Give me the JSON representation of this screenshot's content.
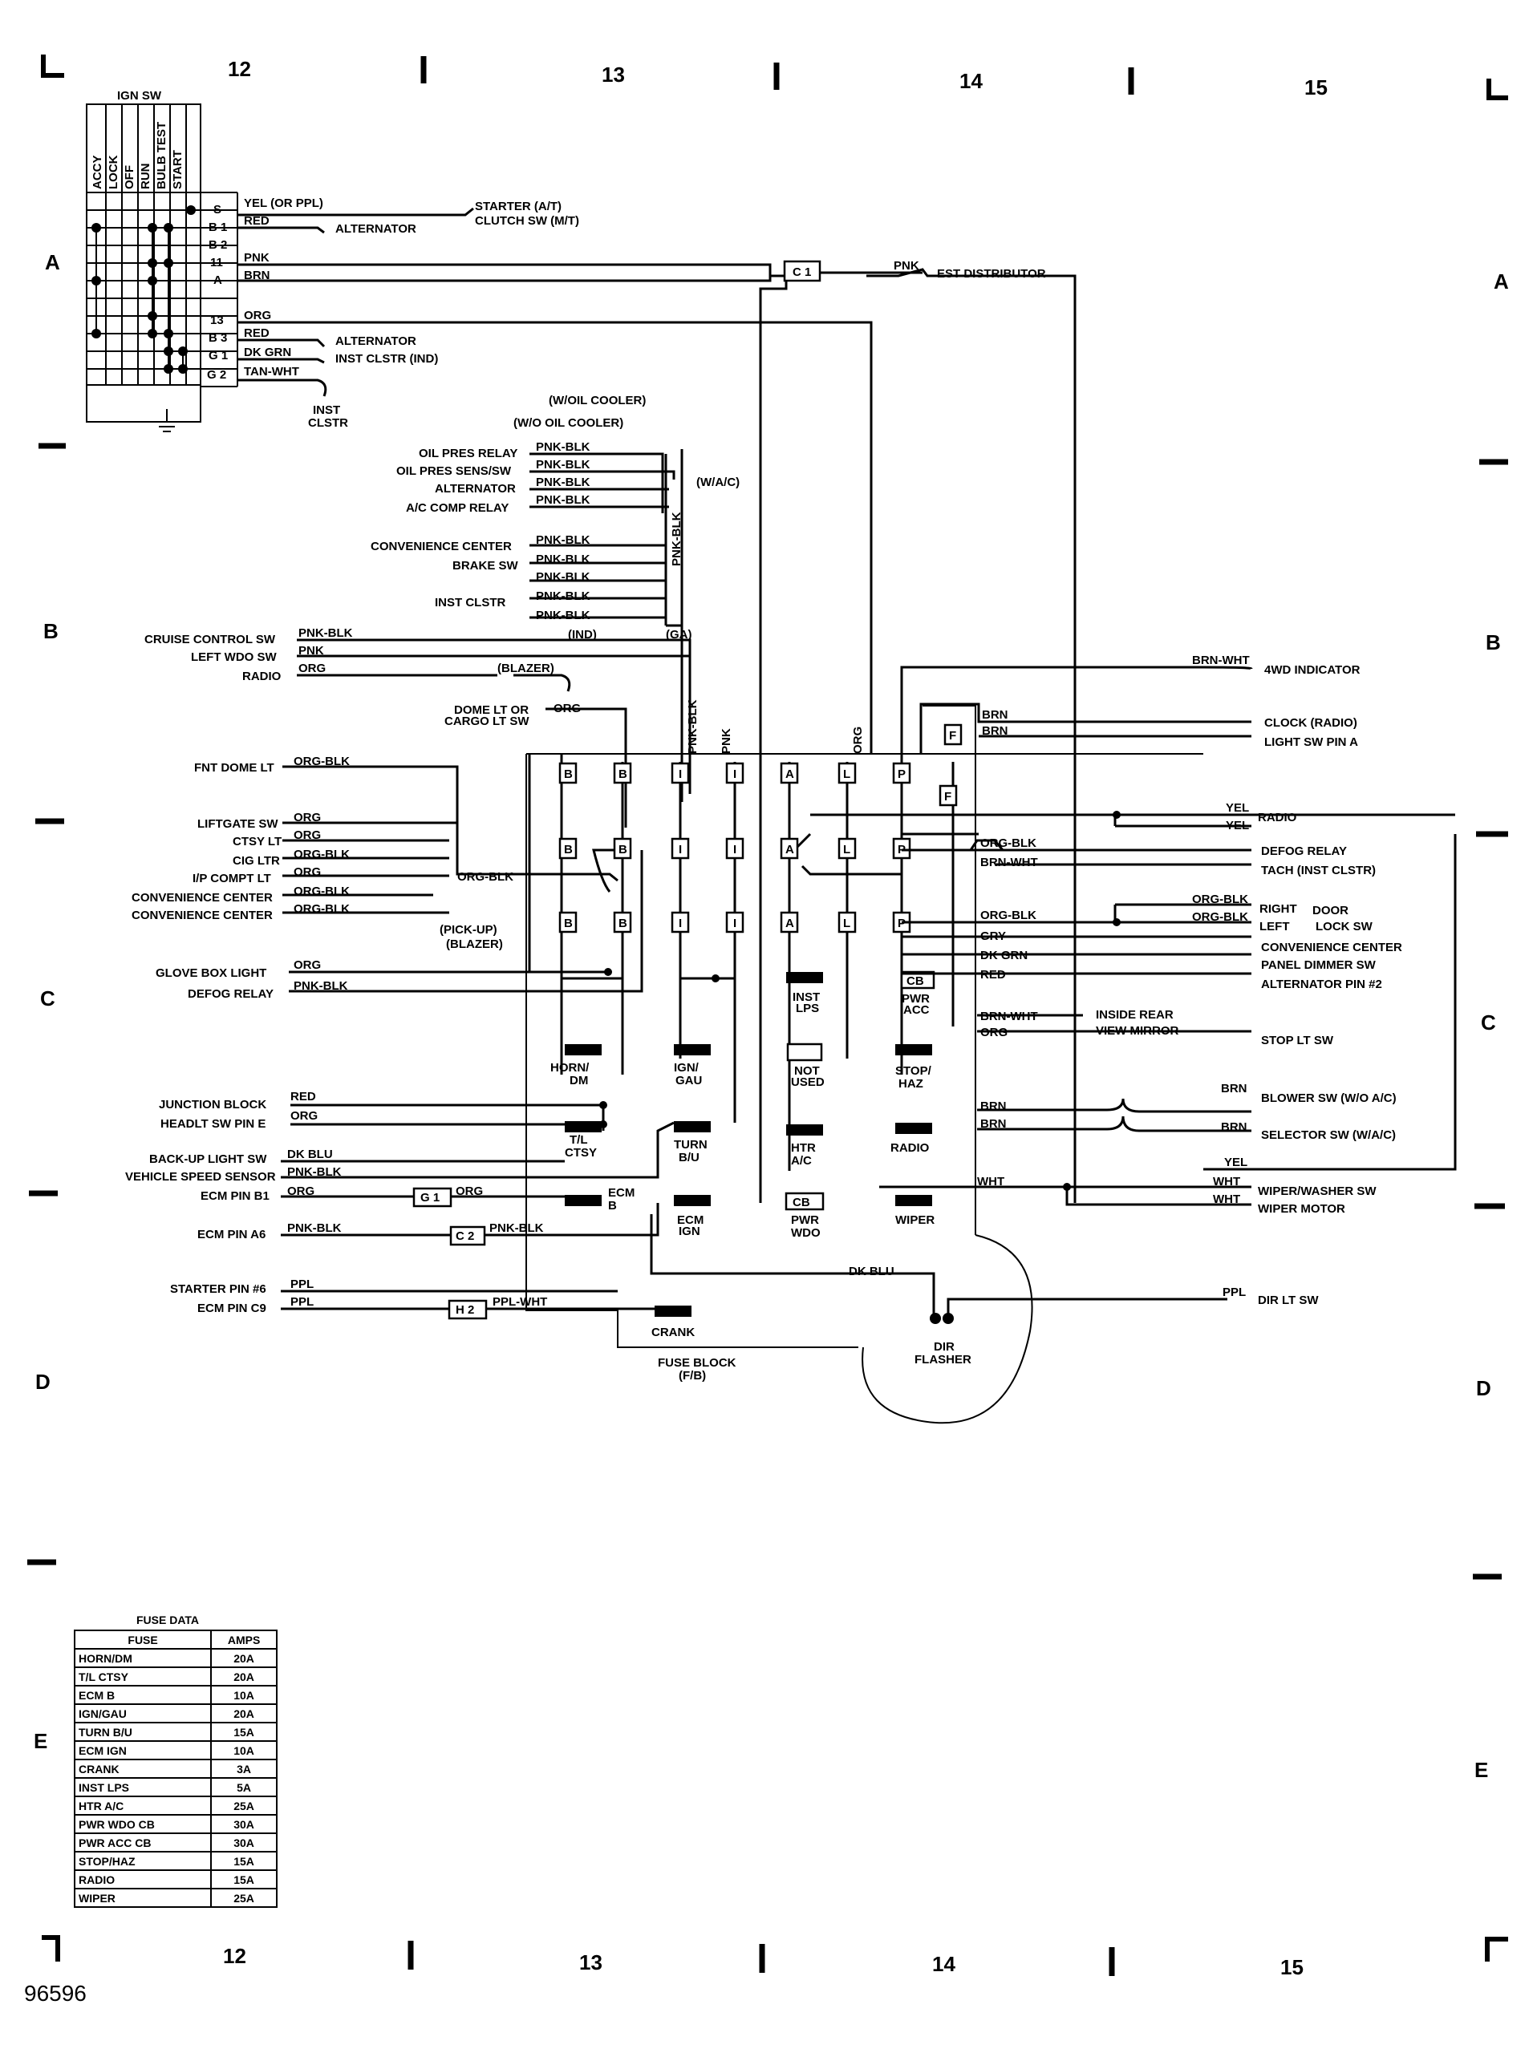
{
  "grid": {
    "columns": [
      "12",
      "13",
      "14",
      "15"
    ],
    "rows": [
      "A",
      "B",
      "C",
      "D",
      "E"
    ]
  },
  "ign_sw": {
    "title": "IGN SW",
    "positions": [
      "ACCY",
      "LOCK",
      "OFF",
      "RUN",
      "BULB TEST",
      "START"
    ],
    "terminals": [
      "S",
      "B 1",
      "B 2",
      "11",
      "A",
      "",
      "13",
      "B 3",
      "G 1",
      "G 2"
    ],
    "wires": [
      {
        "color": "YEL (OR PPL)",
        "dest": "STARTER (A/T)\nCLUTCH SW (M/T)"
      },
      {
        "color": "RED",
        "dest": "ALTERNATOR"
      },
      {
        "color": "PNK",
        "dest": ""
      },
      {
        "color": "BRN",
        "dest": ""
      },
      {
        "color": "ORG",
        "dest": ""
      },
      {
        "color": "RED",
        "dest": "ALTERNATOR"
      },
      {
        "color": "DK GRN",
        "dest": "INST CLSTR (IND)"
      },
      {
        "color": "TAN-WHT",
        "dest": "INST\nCLSTR"
      }
    ]
  },
  "labels_left": [
    "(W/OIL COOLER)",
    "(W/O OIL COOLER)",
    "OIL PRES RELAY",
    "OIL PRES SENS/SW",
    "ALTERNATOR",
    "A/C COMP RELAY",
    "CONVENIENCE CENTER",
    "BRAKE SW",
    "INST CLSTR",
    "CRUISE CONTROL SW",
    "LEFT WDO SW",
    "RADIO",
    "DOME LT OR",
    "CARGO LT SW",
    "FNT DOME LT",
    "LIFTGATE SW",
    "CTSY LT",
    "CIG LTR",
    "I/P COMPT LT",
    "CONVENIENCE CENTER",
    "CONVENIENCE CENTER",
    "GLOVE BOX LIGHT",
    "DEFOG RELAY",
    "JUNCTION BLOCK",
    "HEADLT SW PIN E",
    "BACK-UP LIGHT SW",
    "VEHICLE SPEED SENSOR",
    "ECM PIN B1",
    "ECM PIN A6",
    "STARTER PIN #6",
    "ECM PIN C9"
  ],
  "labels_right": [
    "EST DISTRIBUTOR",
    "4WD INDICATOR",
    "CLOCK (RADIO)",
    "LIGHT SW PIN A",
    "RADIO",
    "DEFOG RELAY",
    "TACH (INST CLSTR)",
    "RIGHT",
    "LEFT",
    "DOOR",
    "LOCK SW",
    "CONVENIENCE CENTER",
    "PANEL DIMMER SW",
    "ALTERNATOR PIN #2",
    "INSIDE REAR",
    "VIEW MIRROR",
    "STOP LT SW",
    "BLOWER SW (W/O A/C)",
    "SELECTOR SW (W/A/C)",
    "WIPER/WASHER SW",
    "WIPER MOTOR",
    "DIR LT SW"
  ],
  "wire_colors": {
    "pnk_blk": "PNK-BLK",
    "pnk": "PNK",
    "org": "ORG",
    "org_blk": "ORG-BLK",
    "brn": "BRN",
    "brn_wht": "BRN-WHT",
    "yel": "YEL",
    "gry": "GRY",
    "dk_grn": "DK GRN",
    "red": "RED",
    "wht": "WHT",
    "dk_blu": "DK BLU",
    "ppl": "PPL",
    "ppl_wht": "PPL-WHT"
  },
  "annotations": [
    "(W/A/C)",
    "(BLAZER)",
    "(PICK-UP)",
    "(BLAZER)",
    "(IND)",
    "(GA)"
  ],
  "connectors": [
    "C 1",
    "G 1",
    "C 2",
    "H 2"
  ],
  "fuse_slots": [
    "HORN/\nDM",
    "T/L\nCTSY",
    "ECM\nB",
    "IGN/\nGAU",
    "TURN\nB/U",
    "ECM\nIGN",
    "CRANK",
    "INST\nLPS",
    "NOT\nUSED",
    "HTR\nA/C",
    "PWR\nWDO",
    "PWR\nACC",
    "STOP/\nHAZ",
    "RADIO",
    "WIPER"
  ],
  "breaker_tags": [
    "CB",
    "CB"
  ],
  "bus_letters": [
    "B",
    "I",
    "A",
    "L",
    "P",
    "F"
  ],
  "fuse_block_label": "FUSE BLOCK\n(F/B)",
  "dir_flasher_label": "DIR\nFLASHER",
  "fuse_data": {
    "title": "FUSE DATA",
    "headers": [
      "FUSE",
      "AMPS"
    ],
    "rows": [
      [
        "HORN/DM",
        "20A"
      ],
      [
        "T/L CTSY",
        "20A"
      ],
      [
        "ECM B",
        "10A"
      ],
      [
        "IGN/GAU",
        "20A"
      ],
      [
        "TURN B/U",
        "15A"
      ],
      [
        "ECM IGN",
        "10A"
      ],
      [
        "CRANK",
        "3A"
      ],
      [
        "INST LPS",
        "5A"
      ],
      [
        "HTR A/C",
        "25A"
      ],
      [
        "PWR WDO CB",
        "30A"
      ],
      [
        "PWR ACC CB",
        "30A"
      ],
      [
        "STOP/HAZ",
        "15A"
      ],
      [
        "RADIO",
        "15A"
      ],
      [
        "WIPER",
        "25A"
      ]
    ]
  },
  "document_number": "96596"
}
